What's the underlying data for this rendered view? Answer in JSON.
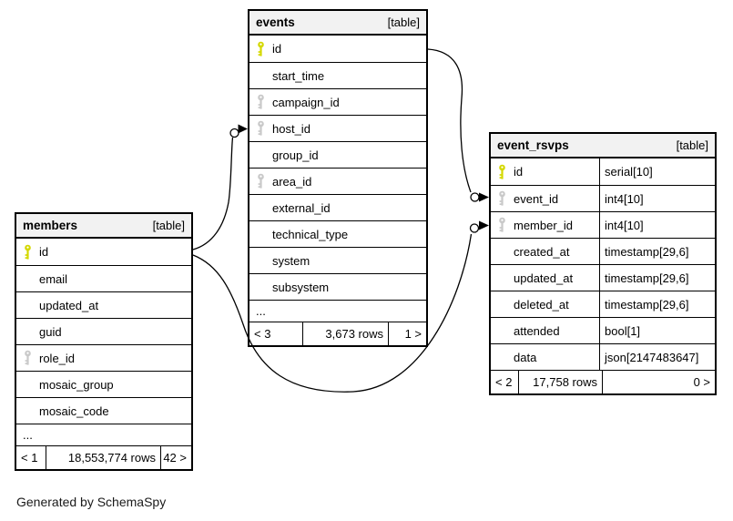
{
  "colors": {
    "pk_key": "#d4d800",
    "fk_key": "#c9c9c9",
    "header_bg": "#f2f2f2",
    "border": "#000000",
    "line": "#000000"
  },
  "footer_note": "Generated by SchemaSpy",
  "tables": [
    {
      "id": "events",
      "name": "events",
      "badge": "[table]",
      "has_types": false,
      "columns": [
        {
          "name": "id",
          "key": "pk"
        },
        {
          "name": "start_time",
          "key": null
        },
        {
          "name": "campaign_id",
          "key": "fk"
        },
        {
          "name": "host_id",
          "key": "fk"
        },
        {
          "name": "group_id",
          "key": null
        },
        {
          "name": "area_id",
          "key": "fk"
        },
        {
          "name": "external_id",
          "key": null
        },
        {
          "name": "technical_type",
          "key": null
        },
        {
          "name": "system",
          "key": null
        },
        {
          "name": "subsystem",
          "key": null
        }
      ],
      "ellipsis": "...",
      "footer": {
        "prev": "< 3",
        "rows": "3,673 rows",
        "next": "1 >"
      }
    },
    {
      "id": "members",
      "name": "members",
      "badge": "[table]",
      "has_types": false,
      "columns": [
        {
          "name": "id",
          "key": "pk"
        },
        {
          "name": "email",
          "key": null
        },
        {
          "name": "updated_at",
          "key": null
        },
        {
          "name": "guid",
          "key": null
        },
        {
          "name": "role_id",
          "key": "fk"
        },
        {
          "name": "mosaic_group",
          "key": null
        },
        {
          "name": "mosaic_code",
          "key": null
        }
      ],
      "ellipsis": "...",
      "footer": {
        "prev": "< 1",
        "rows": "18,553,774 rows",
        "next": "42 >"
      }
    },
    {
      "id": "event_rsvps",
      "name": "event_rsvps",
      "badge": "[table]",
      "has_types": true,
      "columns": [
        {
          "name": "id",
          "type": "serial[10]",
          "key": "pk"
        },
        {
          "name": "event_id",
          "type": "int4[10]",
          "key": "fk"
        },
        {
          "name": "member_id",
          "type": "int4[10]",
          "key": "fk"
        },
        {
          "name": "created_at",
          "type": "timestamp[29,6]",
          "key": null
        },
        {
          "name": "updated_at",
          "type": "timestamp[29,6]",
          "key": null
        },
        {
          "name": "deleted_at",
          "type": "timestamp[29,6]",
          "key": null
        },
        {
          "name": "attended",
          "type": "bool[1]",
          "key": null
        },
        {
          "name": "data",
          "type": "json[2147483647]",
          "key": null
        }
      ],
      "ellipsis": null,
      "footer": {
        "prev": "< 2",
        "rows": "17,758 rows",
        "next": "0 >"
      }
    }
  ],
  "relationships": [
    {
      "from": "events.id",
      "to": "event_rsvps.event_id"
    },
    {
      "from": "members.id",
      "to": "events.host_id"
    },
    {
      "from": "members.id",
      "to": "event_rsvps.member_id"
    }
  ]
}
